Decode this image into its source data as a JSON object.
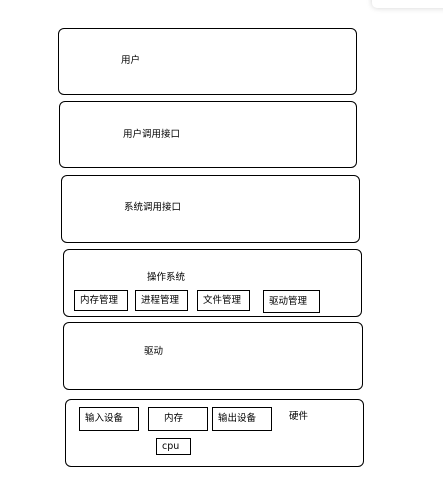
{
  "layers": {
    "user": "用户",
    "user_call_interface": "用户调用接口",
    "syscall_interface": "系统调用接口",
    "os": {
      "label": "操作系统",
      "modules": [
        "内存管理",
        "进程管理",
        "文件管理",
        "驱动管理"
      ]
    },
    "driver": "驱动",
    "hardware": {
      "label": "硬件",
      "modules": [
        "输入设备",
        "内存",
        "输出设备",
        "cpu"
      ]
    }
  }
}
